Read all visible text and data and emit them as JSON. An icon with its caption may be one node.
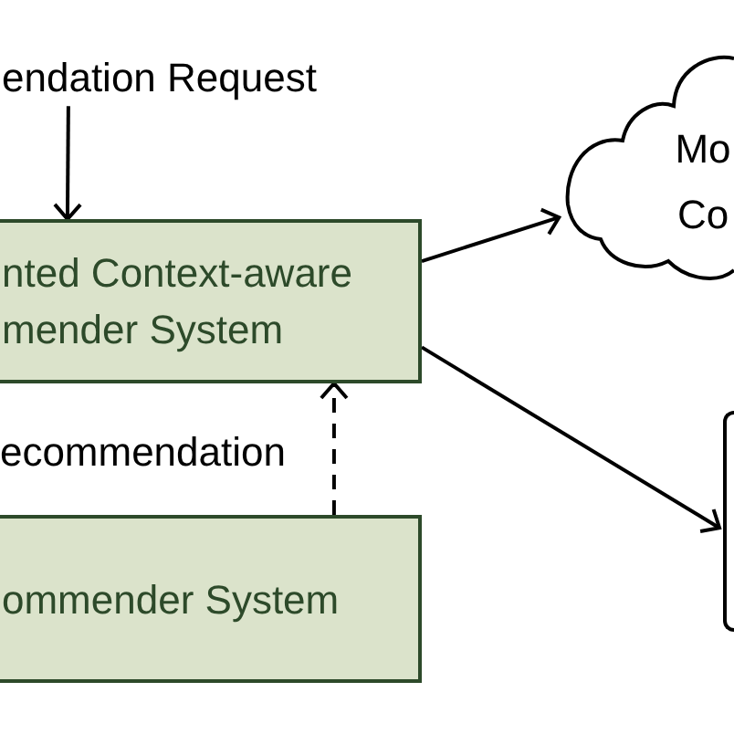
{
  "diagram": {
    "nodes": [
      {
        "text": [
          "endation Request"
        ]
      },
      {
        "text": [
          "nted Context-aware mender System"
        ]
      },
      {
        "text": [
          "Mo Co"
        ]
      },
      {
        "text": [],
        "shape": "box"
      },
      {
        "text": [
          "ommender System"
        ]
      }
    ],
    "edges": [
      {
        "from": 0,
        "to": 1,
        "arrow": "to"
      },
      {
        "from": 1,
        "to": 2,
        "arrow": "to"
      },
      {
        "from": 1,
        "to": 3,
        "arrow": "to"
      },
      {
        "from": 4,
        "to": 1,
        "arrow": "to",
        "label": "ecommendation",
        "style": "dashed"
      }
    ]
  }
}
